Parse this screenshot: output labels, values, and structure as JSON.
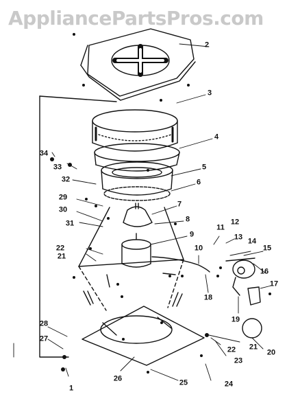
{
  "watermark": "AppliancePartsPros.com",
  "diagram": {
    "callouts": [
      "1",
      "2",
      "3",
      "4",
      "5",
      "6",
      "7",
      "8",
      "9",
      "10",
      "11",
      "12",
      "13",
      "14",
      "15",
      "16",
      "17",
      "18",
      "19",
      "20",
      "21",
      "21",
      "22",
      "22",
      "23",
      "24",
      "25",
      "26",
      "27",
      "28",
      "29",
      "30",
      "31",
      "32",
      "33",
      "34"
    ]
  }
}
